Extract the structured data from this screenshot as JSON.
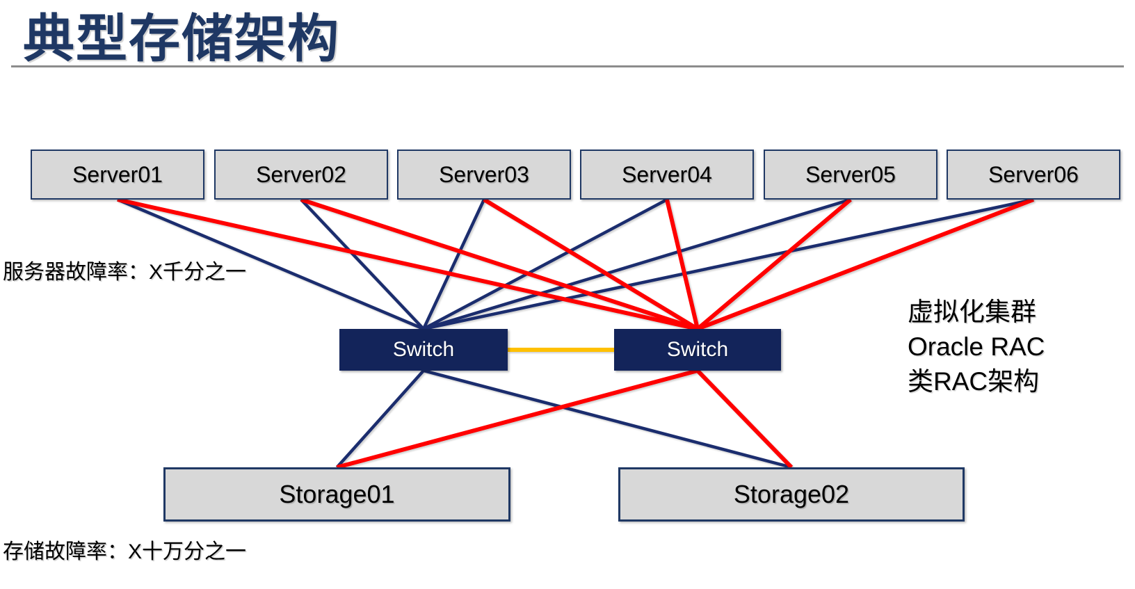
{
  "slide": {
    "title": "典型存储架构",
    "annotations": {
      "server_failure_rate": "服务器故障率：X千分之一",
      "storage_failure_rate": "存储故障率：X十万分之一",
      "cluster_note_lines": [
        "虚拟化集群",
        "Oracle RAC",
        "类RAC架构"
      ]
    },
    "nodes": {
      "servers": [
        "Server01",
        "Server02",
        "Server03",
        "Server04",
        "Server05",
        "Server06"
      ],
      "switches": [
        "Switch",
        "Switch"
      ],
      "storages": [
        "Storage01",
        "Storage02"
      ]
    },
    "links": [
      {
        "from": "server-1",
        "to": "switch-left",
        "type": "primary"
      },
      {
        "from": "server-2",
        "to": "switch-left",
        "type": "primary"
      },
      {
        "from": "server-3",
        "to": "switch-left",
        "type": "primary"
      },
      {
        "from": "server-4",
        "to": "switch-left",
        "type": "primary"
      },
      {
        "from": "server-5",
        "to": "switch-left",
        "type": "primary"
      },
      {
        "from": "server-6",
        "to": "switch-left",
        "type": "primary"
      },
      {
        "from": "switch-left",
        "to": "storage-1",
        "type": "primary"
      },
      {
        "from": "switch-left",
        "to": "storage-2",
        "type": "primary"
      },
      {
        "from": "switch-left",
        "to": "switch-right",
        "type": "isl"
      },
      {
        "from": "server-1",
        "to": "switch-right",
        "type": "secondary"
      },
      {
        "from": "server-2",
        "to": "switch-right",
        "type": "secondary"
      },
      {
        "from": "server-3",
        "to": "switch-right",
        "type": "secondary"
      },
      {
        "from": "server-4",
        "to": "switch-right",
        "type": "secondary"
      },
      {
        "from": "server-5",
        "to": "switch-right",
        "type": "secondary"
      },
      {
        "from": "server-6",
        "to": "switch-right",
        "type": "secondary"
      },
      {
        "from": "switch-right",
        "to": "storage-1",
        "type": "secondary"
      },
      {
        "from": "switch-right",
        "to": "storage-2",
        "type": "secondary"
      }
    ],
    "colors": {
      "title": "#1f3864",
      "node_fill": "#d8d8d8",
      "node_border": "#1f3864",
      "switch_fill": "#13245a",
      "switch_text": "#ffffff",
      "link_primary": "#1b2d6e",
      "link_secondary": "#ff0000",
      "inter_switch_link": "#ffc000",
      "divider": "#8c8c8c"
    }
  }
}
